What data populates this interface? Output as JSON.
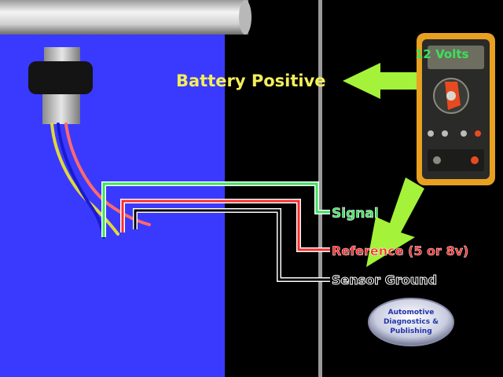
{
  "labels": {
    "battery_positive": "Battery Positive",
    "meter_reading": "12 Volts",
    "signal": "Signal",
    "reference": "Reference (5 or 8v)",
    "sensor_ground": "Sensor Ground"
  },
  "logo": {
    "line1": "Automotive",
    "line2": "Diagnostics &",
    "line3": "Publishing"
  },
  "colors": {
    "panel": "#3a3aff",
    "background": "#000000",
    "battery_label": "#f2ee5a",
    "signal_wire": "#3ae25a",
    "reference_wire": "#ff2a2a",
    "ground_wire": "#ffffff",
    "arrow": "#a4f23a",
    "meter_body": "#e8a020"
  }
}
